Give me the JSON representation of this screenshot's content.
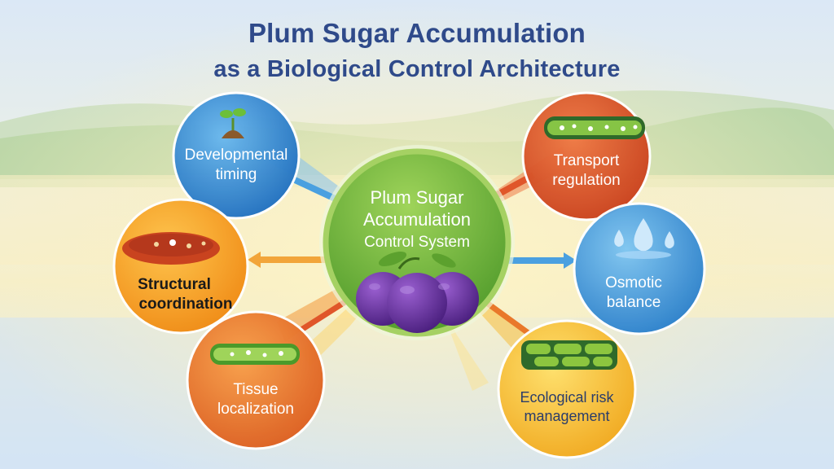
{
  "title": {
    "line1": "Plum Sugar Accumulation",
    "line2": "as a Biological Control Architecture"
  },
  "center": {
    "lines": [
      "Plum Sugar",
      "Accumulation",
      "Control System"
    ],
    "icon": "plum-fruit-icon"
  },
  "nodes": [
    {
      "id": "developmental-timing",
      "lines": [
        "Developmental",
        "timing"
      ],
      "color": "#2f86cf",
      "icon": "seedling-icon"
    },
    {
      "id": "transport-regulation",
      "lines": [
        "Transport",
        "regulation"
      ],
      "color": "#e0562a",
      "icon": "vascular-tube-icon"
    },
    {
      "id": "structural-coordination",
      "lines": [
        "Structural",
        "coordination"
      ],
      "color": "#f5a21d",
      "icon": "cell-structure-icon"
    },
    {
      "id": "osmotic-balance",
      "lines": [
        "Osmotic",
        "balance"
      ],
      "color": "#2f8fd6",
      "icon": "water-drops-icon"
    },
    {
      "id": "tissue-localization",
      "lines": [
        "Tissue",
        "localization"
      ],
      "color": "#e9782a",
      "icon": "tissue-cells-icon"
    },
    {
      "id": "ecological-risk-management",
      "lines": [
        "Ecological risk",
        "management"
      ],
      "color": "#f4c02a",
      "icon": "green-cells-icon"
    }
  ],
  "colors": {
    "title": "#2f4a8a",
    "center_ring": "#8cc63f",
    "center_fill": "#6fb53a"
  }
}
